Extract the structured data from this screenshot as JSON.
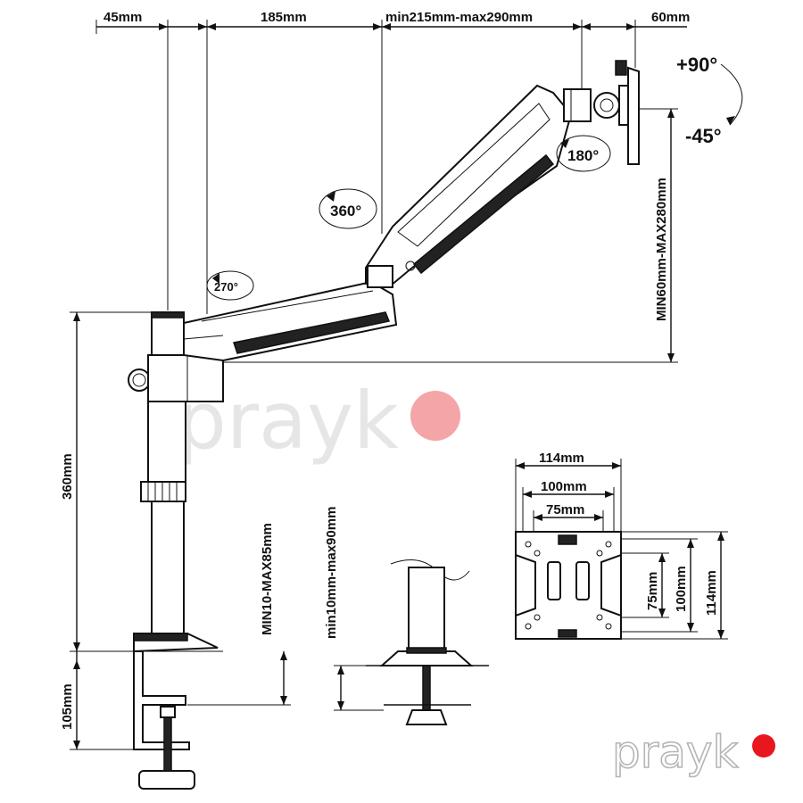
{
  "dimensions": {
    "top_offset": "45mm",
    "arm_lower": "185mm",
    "arm_upper": "min215mm-max290mm",
    "head": "60mm",
    "height_range": "MIN60mm-MAX280mm",
    "pole_height": "360mm",
    "clamp_height": "105mm",
    "desk_clamp_range": "MIN10-MAX85mm",
    "grommet_range": "min10mm-max90mm"
  },
  "angles": {
    "tilt_up": "+90°",
    "tilt_down": "-45°",
    "swivel_head": "180°",
    "rotate_arm": "360°",
    "rotate_base": "270°"
  },
  "vesa": {
    "width_outer": "114mm",
    "width_mid": "100mm",
    "width_inner": "75mm",
    "height_inner": "75mm",
    "height_mid": "100mm",
    "height_outer": "114mm"
  },
  "brand": {
    "watermark": "prayk",
    "logo": "prayk",
    "dot_color": "#e8161d",
    "watermark_dot_color": "#f4a5a8"
  }
}
